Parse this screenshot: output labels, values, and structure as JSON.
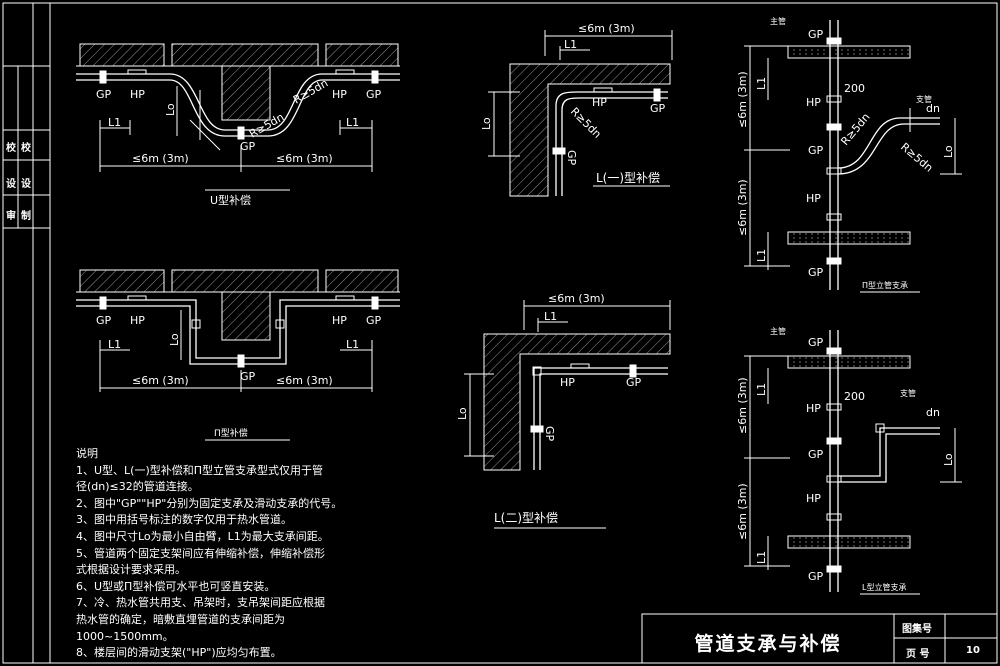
{
  "drawing_title": "管道支承与补偿",
  "title_block": {
    "atlas_no_label": "图集号",
    "page_label": "页 号",
    "page_no": "10"
  },
  "side_labels": {
    "a": "校",
    "b": "设",
    "c": "审",
    "d": "校",
    "e": "设",
    "f": "制"
  },
  "labels": {
    "gp": "GP",
    "hp": "HP",
    "l1": "L1",
    "lo": "Lo",
    "dist": "≤6m (3m)",
    "r5dn": "R≥5dn",
    "d200": "200",
    "dn": "dn",
    "zhiguan": "支管",
    "zhuguan": "主管"
  },
  "captions": {
    "u_type": "U型补偿",
    "pi_type": "Π型补偿",
    "l1_type": "L(一)型补偿",
    "l2_type": "L(二)型补偿",
    "pi_riser": "Π型立管支承",
    "l_riser": "L型立管支承"
  },
  "notes": {
    "heading": "说明",
    "n1a": "1、U型、L(一)型补偿和Π型立管支承型式仅用于管",
    "n1b": "径(dn)≤32的管道连接。",
    "n2": "2、图中\"GP\"\"HP\"分别为固定支承及滑动支承的代号。",
    "n3": "3、图中用括号标注的数字仅用于热水管道。",
    "n4": "4、图中尺寸Lo为最小自由臂，L1为最大支承间距。",
    "n5a": "5、管道两个固定支架间应有伸缩补偿，伸缩补偿形",
    "n5b": "式根据设计要求采用。",
    "n6": "6、U型或Π型补偿可水平也可竖直安装。",
    "n7a": "7、冷、热水管共用支、吊架时，支吊架间距应根据",
    "n7b": "热水管的确定，暗敷直埋管道的支承间距为",
    "n7c": "1000~1500mm。",
    "n8": "8、楼层间的滑动支架(\"HP\")应均匀布置。"
  },
  "colors": {
    "background": "#000000",
    "line": "#ffffff",
    "hatch": "#cfcfcf"
  }
}
